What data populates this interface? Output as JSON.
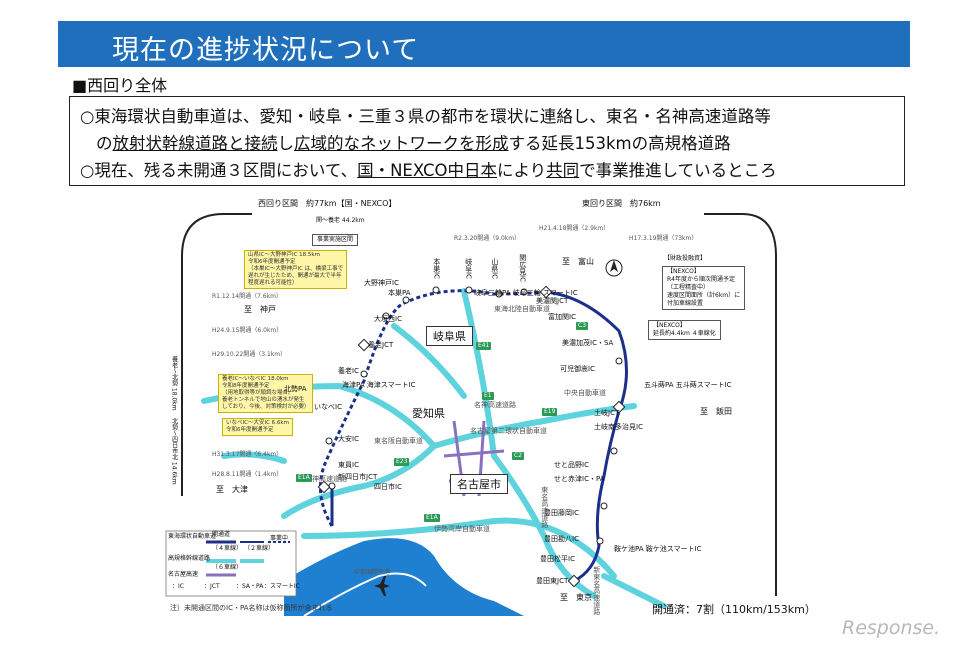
{
  "title": "現在の進捗状況について",
  "section_heading": "■西回り全体",
  "summary": {
    "line1": "○東海環状自動車道は、愛知・岐阜・三重３県の都市を環状に連絡し、東名・名神高速道路等",
    "line2_pre": "の",
    "line2_u1": "放射状幹線道路と接続",
    "line2_mid": "し",
    "line2_u2": "広域的なネットワークを形成",
    "line2_post": "する延長153kmの高規格道路",
    "line3_pre": "○現在、残る未開通３区間において、",
    "line3_u1": "国・NEXCO中日本",
    "line3_mid": "により",
    "line3_u2": "共同",
    "line3_post": "で事業推進しているところ"
  },
  "map": {
    "west_section": "西回り区間　約77km【国・NEXCO】",
    "east_section": "東回り区間　約76km",
    "seki_yoro": "関～養老 44.2km",
    "under_construction": "事業実施区間",
    "r2_open": "R2.3.20開通（9.0km）",
    "h21_open": "H21.4.18開通（2.9km）",
    "h17_open": "H17.3.19開通（73km）",
    "r1_open": "R1.12.14開通（7.6km）",
    "h24_open": "H24.9.15開通（6.0km）",
    "h29_open": "H29.10.22開通（3.1km）",
    "h31_open": "H31.3.17開通（6.4km）",
    "h28_open": "H28.8.11開通（1.4km）",
    "yoro_hokusei_vertical": "養老～北勢 18.0km",
    "hokusei_yokkaichi_vertical": "北勢～四日市北 14.6km",
    "note_yamagata": [
      "山県IC～大野神戸IC 18.5km",
      "令和6年度開通予定",
      "（本巣IC～大野神戸IC は、橋梁工事で",
      "遅れが生じたため、開通が最大で半年",
      "程度遅れる可能性）"
    ],
    "note_yoro": [
      "養老IC～いなべIC 18.0km",
      "令和8年度開通予定",
      "（用地取得等が順調な場合。",
      "養老トンネルで地山の湧水が発生",
      "しており、今後、対策検討が必要）"
    ],
    "note_inabe": [
      "いなべIC～大安IC 6.6km",
      "令和6年度開通予定"
    ],
    "to_kobe": "至　神戸",
    "to_otsu": "至　大津",
    "to_toyama": "至　富山",
    "to_iida": "至　飯田",
    "to_tokyo": "至　東京",
    "gifu_pref": "岐阜県",
    "aichi_pref": "愛知県",
    "nagoya_city": "名古屋市",
    "ic_labels": {
      "motosu": "本巣IC",
      "gifu_ic": "岐阜IC",
      "yamagata": "山県IC",
      "seki_hirose": "関広見IC",
      "mino_seki_jct": "美濃関JCT",
      "tomika": "富加関IC",
      "mino_kamo": "美濃加茂IC・SA",
      "kani": "可児御嵩IC",
      "ono_kobe": "大野神戸IC",
      "motosu_pa": "本巣PA",
      "gifu_mitsuwa": "岐阜三輪PA 岐阜三輪 スマートIC",
      "ogaki_nishi": "大垣西IC",
      "yoro_jct": "養老JCT",
      "yoro_ic": "養老IC",
      "kaizu_pa": "海津PA 海津スマートIC",
      "hokusei_pa": "北勢PA",
      "inabe": "いなべIC",
      "daian": "大安IC",
      "toin": "東員IC",
      "yokkaichi_kita": "新四日市JCT",
      "yokkaichi_ic": "四日市IC",
      "gotoyama": "五斗蒔PA 五斗蒔スマートIC",
      "toki_jct": "土岐JCT",
      "toki_minami": "土岐南多治見IC",
      "seto_shinagano": "せと品野IC",
      "seto_akazu": "せと赤津IC・PA",
      "toyota_fujioka": "豊田藤岡IC",
      "toyota_kanbayashi": "豊田勘八IC",
      "kaigake": "鞍ケ池PA 鞍ケ池スマートIC",
      "toyota_matsudaira": "豊田松平IC",
      "toyota_higashi": "豊田東JCT"
    },
    "road_labels": {
      "chuo_expwy": "中央自動車道",
      "meishin": "名神高速道路",
      "tomei": "東名高速道路",
      "higashi_meihan": "東名阪自動車道",
      "isewangan": "伊勢湾岸自動車道",
      "tokai_hokuriku": "東海北陸自動車道",
      "shin_tomei": "新東名高速道路",
      "shin_meishin": "新名神高速道路",
      "nagoya_ring": "名古屋第二環状自動車道",
      "centrair": "中部国際空港"
    },
    "right_box_title": "【財政投融資】",
    "right_box_lines": [
      "【NEXCO】",
      "R4年度から順次開通予定",
      "（工程精査中）",
      "速度区間面所（計6km）に",
      "付加車線設置"
    ],
    "nexco_box_lines": [
      "【NEXCO】",
      "延長約4.4km ４車線化"
    ],
    "legend": {
      "title_tokai": "東海環状自動車道",
      "title_radial": "高規格幹線道路",
      "opened": "開通道",
      "four_lane": "（４車線）",
      "two_lane": "（２車線）",
      "six_lane": "（６車線）",
      "under": "事業中",
      "nagoya_expwy": "名古屋高速",
      "ic": "：IC",
      "jct": "：JCT",
      "sapa": "：SA・PA",
      "smart_ic": "：スマートIC"
    },
    "route_signs": [
      "C3",
      "E41",
      "E1",
      "E19",
      "C2",
      "E23",
      "E1A",
      "E1A"
    ],
    "colors": {
      "tokai_loop": "#1c2f8a",
      "radial": "#5ed3de",
      "nagoya": "#8a70c0",
      "sign_green": "#2a9a55"
    }
  },
  "footer_note": "注）未開通区間のIC・PA名称は仮称箇所が含まれる",
  "open_rate": "開通済：7割（110km/153km）",
  "watermark": "Response."
}
